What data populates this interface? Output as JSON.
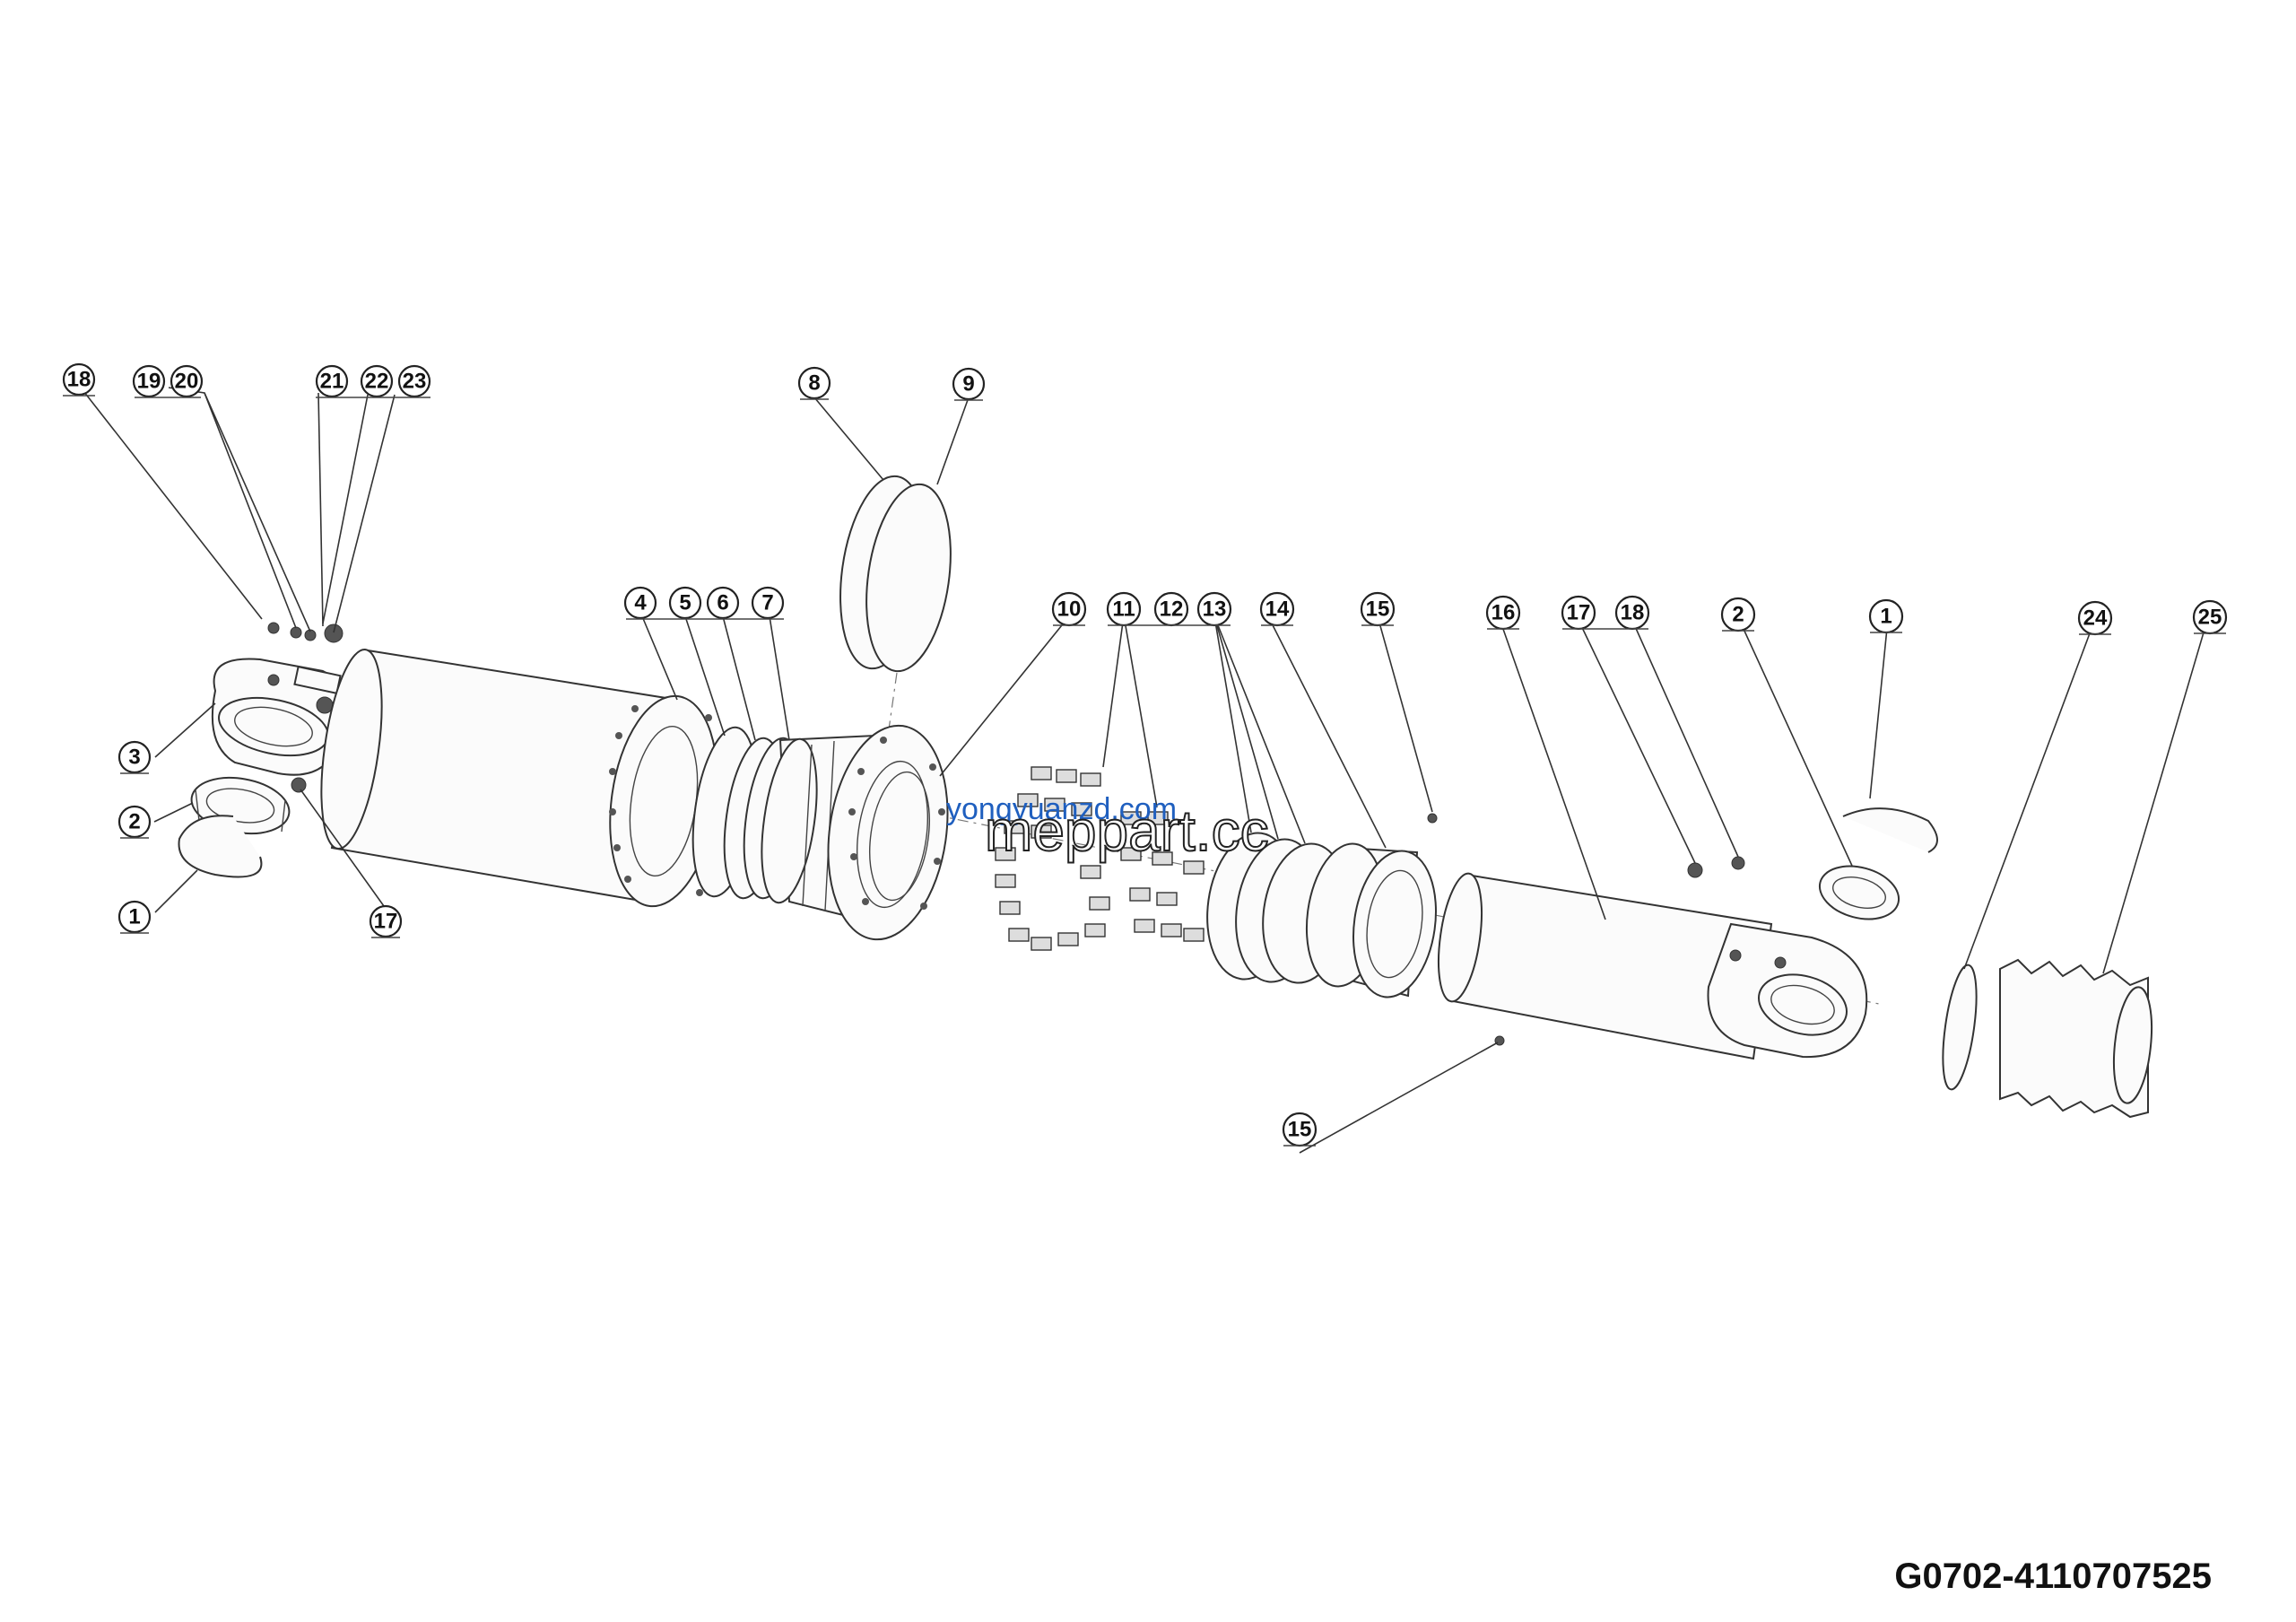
{
  "drawing_code": "G0702-4110707525",
  "watermark": {
    "line1": "yongyuanzd.com",
    "line2": "meppart.cc",
    "color": "#1f5fbf"
  },
  "callouts": {
    "left_18": "18",
    "left_19_20": "19 20",
    "left_21": "21",
    "left_22": "22",
    "left_23": "23",
    "left_3": "3",
    "left_2": "2",
    "left_1": "1",
    "left_17": "17",
    "c4": "4",
    "c5": "5",
    "c6": "6",
    "c7": "7",
    "c8": "8",
    "c9": "9",
    "c10": "10",
    "c11": "11",
    "c12": "12",
    "c13": "13",
    "c14": "14",
    "c15_top": "15",
    "c15_bottom": "15",
    "c16": "16",
    "right_17": "17",
    "right_18": "18",
    "right_2": "2",
    "right_1": "1",
    "c24": "24",
    "c25": "25"
  }
}
